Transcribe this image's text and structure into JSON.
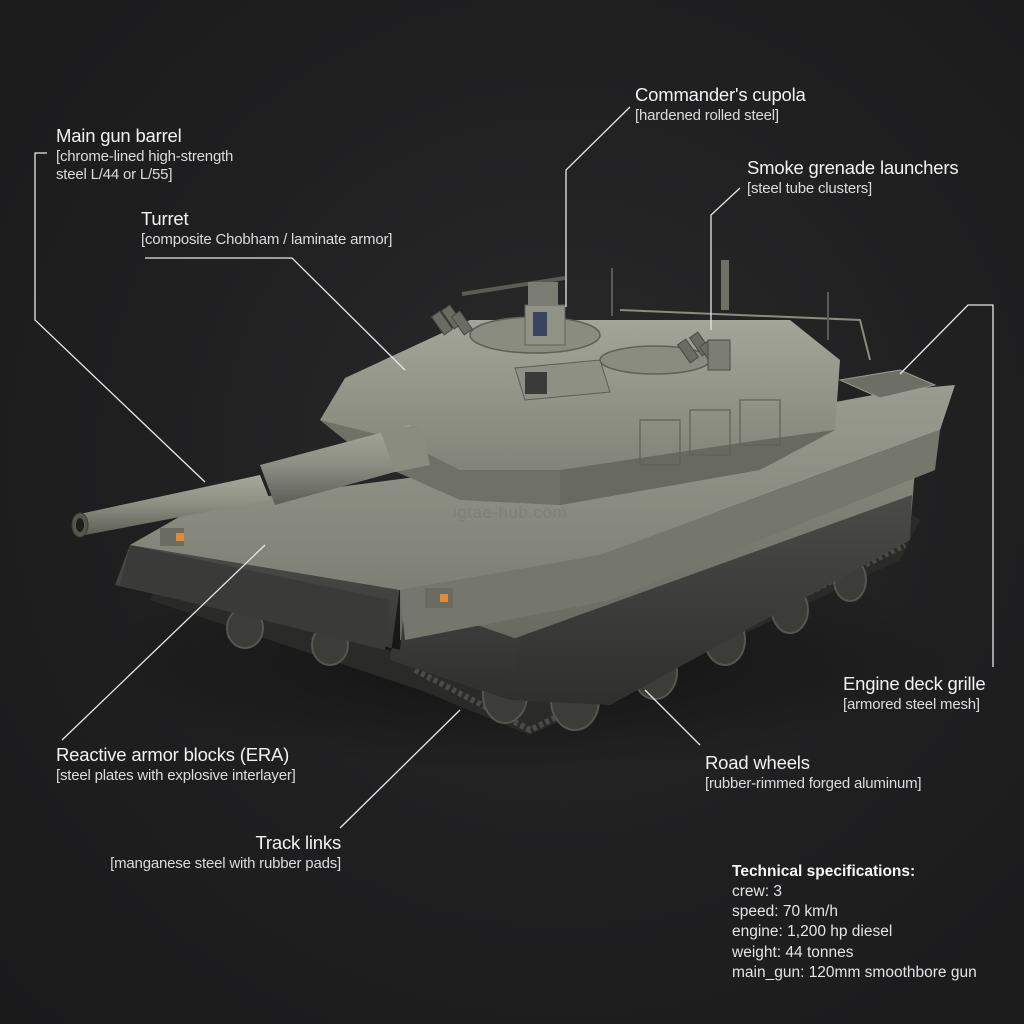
{
  "diagram": {
    "subject": "Main battle tank cutaway-style callout illustration",
    "background_color": "#1f1f20",
    "tank_color": "#8a8c80",
    "leader_line_color": "#e8e8e8",
    "watermark": "igtae-hub.com"
  },
  "callouts": {
    "main_gun_barrel": {
      "title": "Main gun barrel",
      "material_line1": "[chrome-lined high-strength",
      "material_line2": "steel L/44 or L/55]"
    },
    "turret": {
      "title": "Turret",
      "material": "[composite Chobham / laminate armor]"
    },
    "commanders_cupola": {
      "title": "Commander's cupola",
      "material": "[hardened rolled steel]"
    },
    "smoke_grenade_launchers": {
      "title": "Smoke grenade launchers",
      "material": "[steel tube clusters]"
    },
    "engine_deck_grille": {
      "title": "Engine deck grille",
      "material": "[armored steel mesh]"
    },
    "road_wheels": {
      "title": "Road wheels",
      "material": "[rubber-rimmed forged aluminum]"
    },
    "reactive_armor": {
      "title": "Reactive armor blocks (ERA)",
      "material": "[steel plates with explosive interlayer]"
    },
    "track_links": {
      "title": "Track links",
      "material": "[manganese steel with rubber pads]"
    }
  },
  "specs": {
    "heading": "Technical specifications:",
    "rows": [
      "crew: 3",
      "speed: 70 km/h",
      "engine: 1,200 hp diesel",
      "weight: 44 tonnes",
      "main_gun: 120mm smoothbore gun"
    ]
  }
}
